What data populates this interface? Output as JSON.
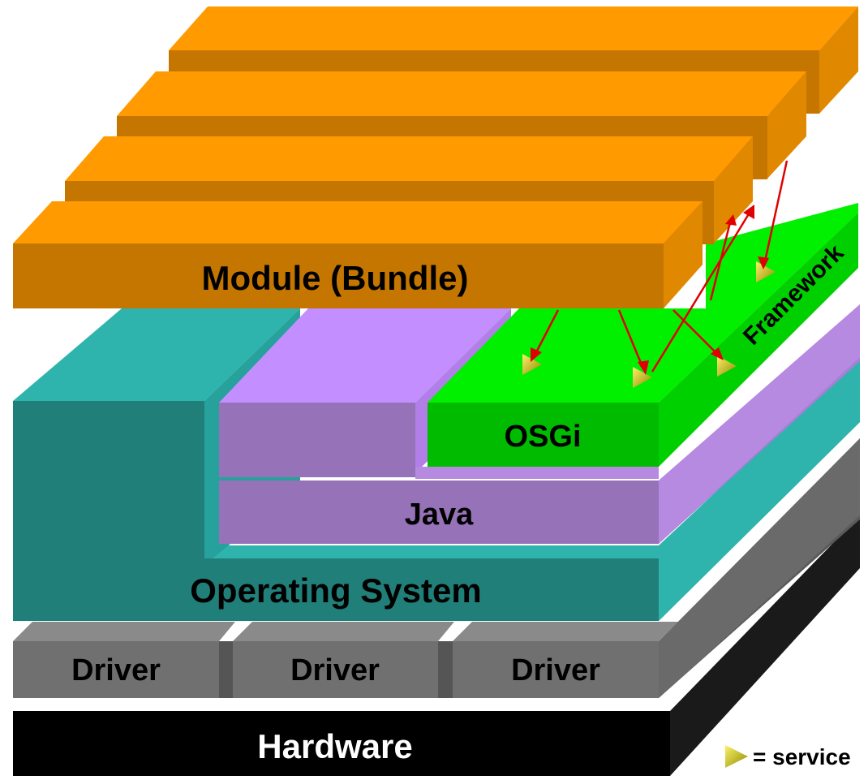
{
  "layers": {
    "hardware": {
      "label": "Hardware"
    },
    "drivers": [
      "Driver",
      "Driver",
      "Driver"
    ],
    "operating_system": {
      "label": "Operating System"
    },
    "java": {
      "label": "Java"
    },
    "osgi": {
      "label": "OSGi"
    },
    "framework": {
      "label": "Framework"
    },
    "module": {
      "label": "Module (Bundle)"
    }
  },
  "legend": {
    "label": "= service",
    "icon": "service-triangle-icon"
  },
  "colors": {
    "hardware": "#000000",
    "driver": "#6e6e6e",
    "os": "#238580",
    "java": "#9673b8",
    "osgi": "#00b800",
    "module": "#d67d00",
    "arrow": "#e00000",
    "service": "#b8b800"
  }
}
